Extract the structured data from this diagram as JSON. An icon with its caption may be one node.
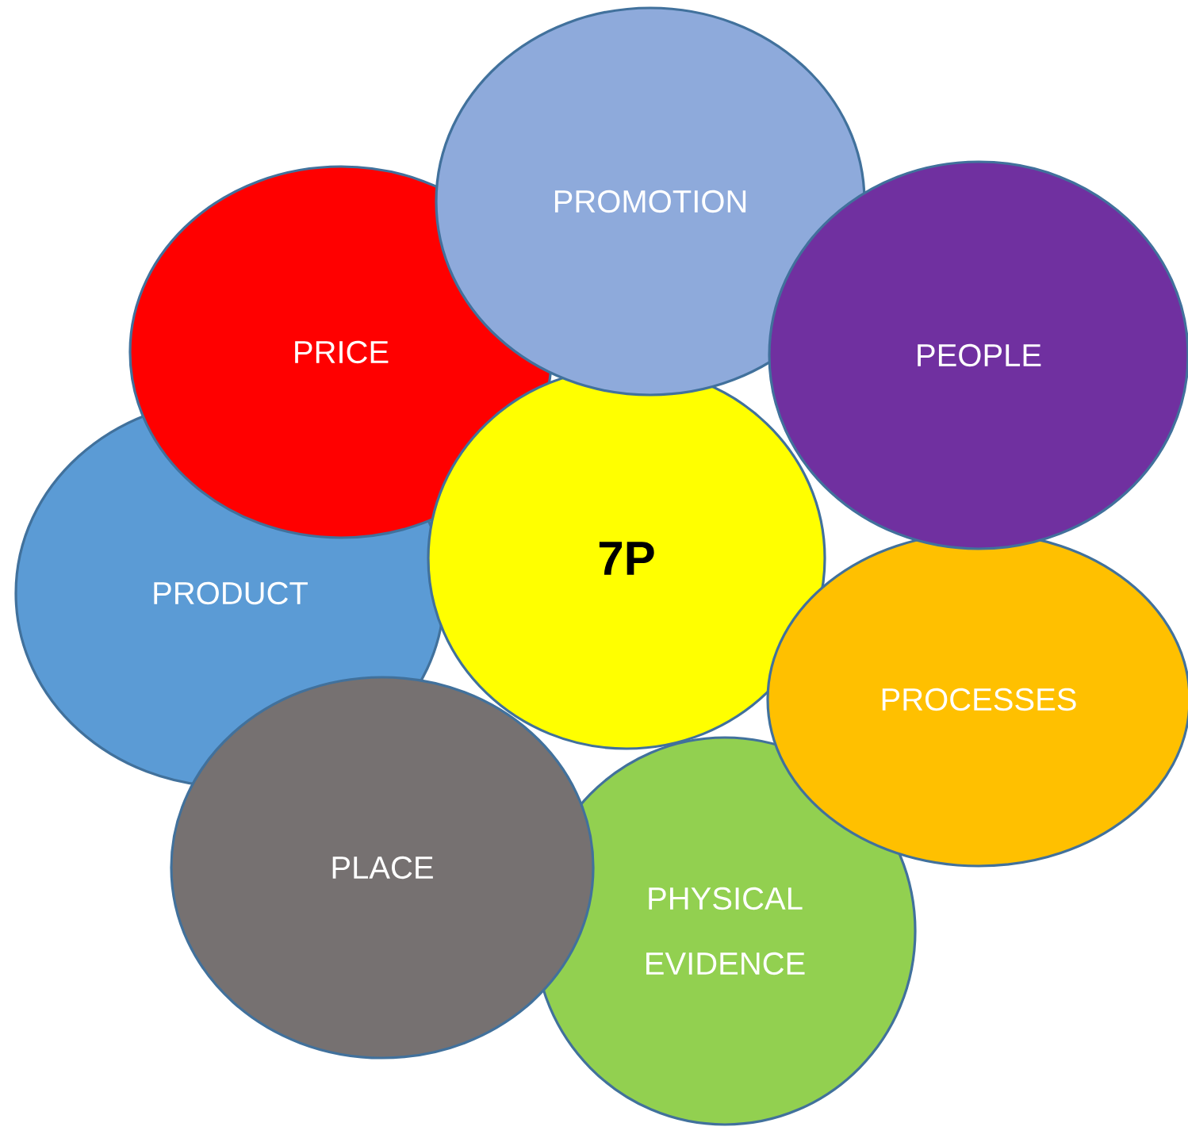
{
  "diagram": {
    "nodes": [
      {
        "text": [
          "PROMOTION"
        ]
      },
      {
        "text": [
          "PRICE"
        ]
      },
      {
        "text": [
          "PEOPLE"
        ]
      },
      {
        "text": [
          "7P"
        ]
      },
      {
        "text": [
          "PRODUCT"
        ]
      },
      {
        "text": [
          "PROCESSES"
        ]
      },
      {
        "text": [
          "PLACE"
        ]
      },
      {
        "text": [
          "PHYSICAL EVIDENCE"
        ]
      }
    ]
  }
}
